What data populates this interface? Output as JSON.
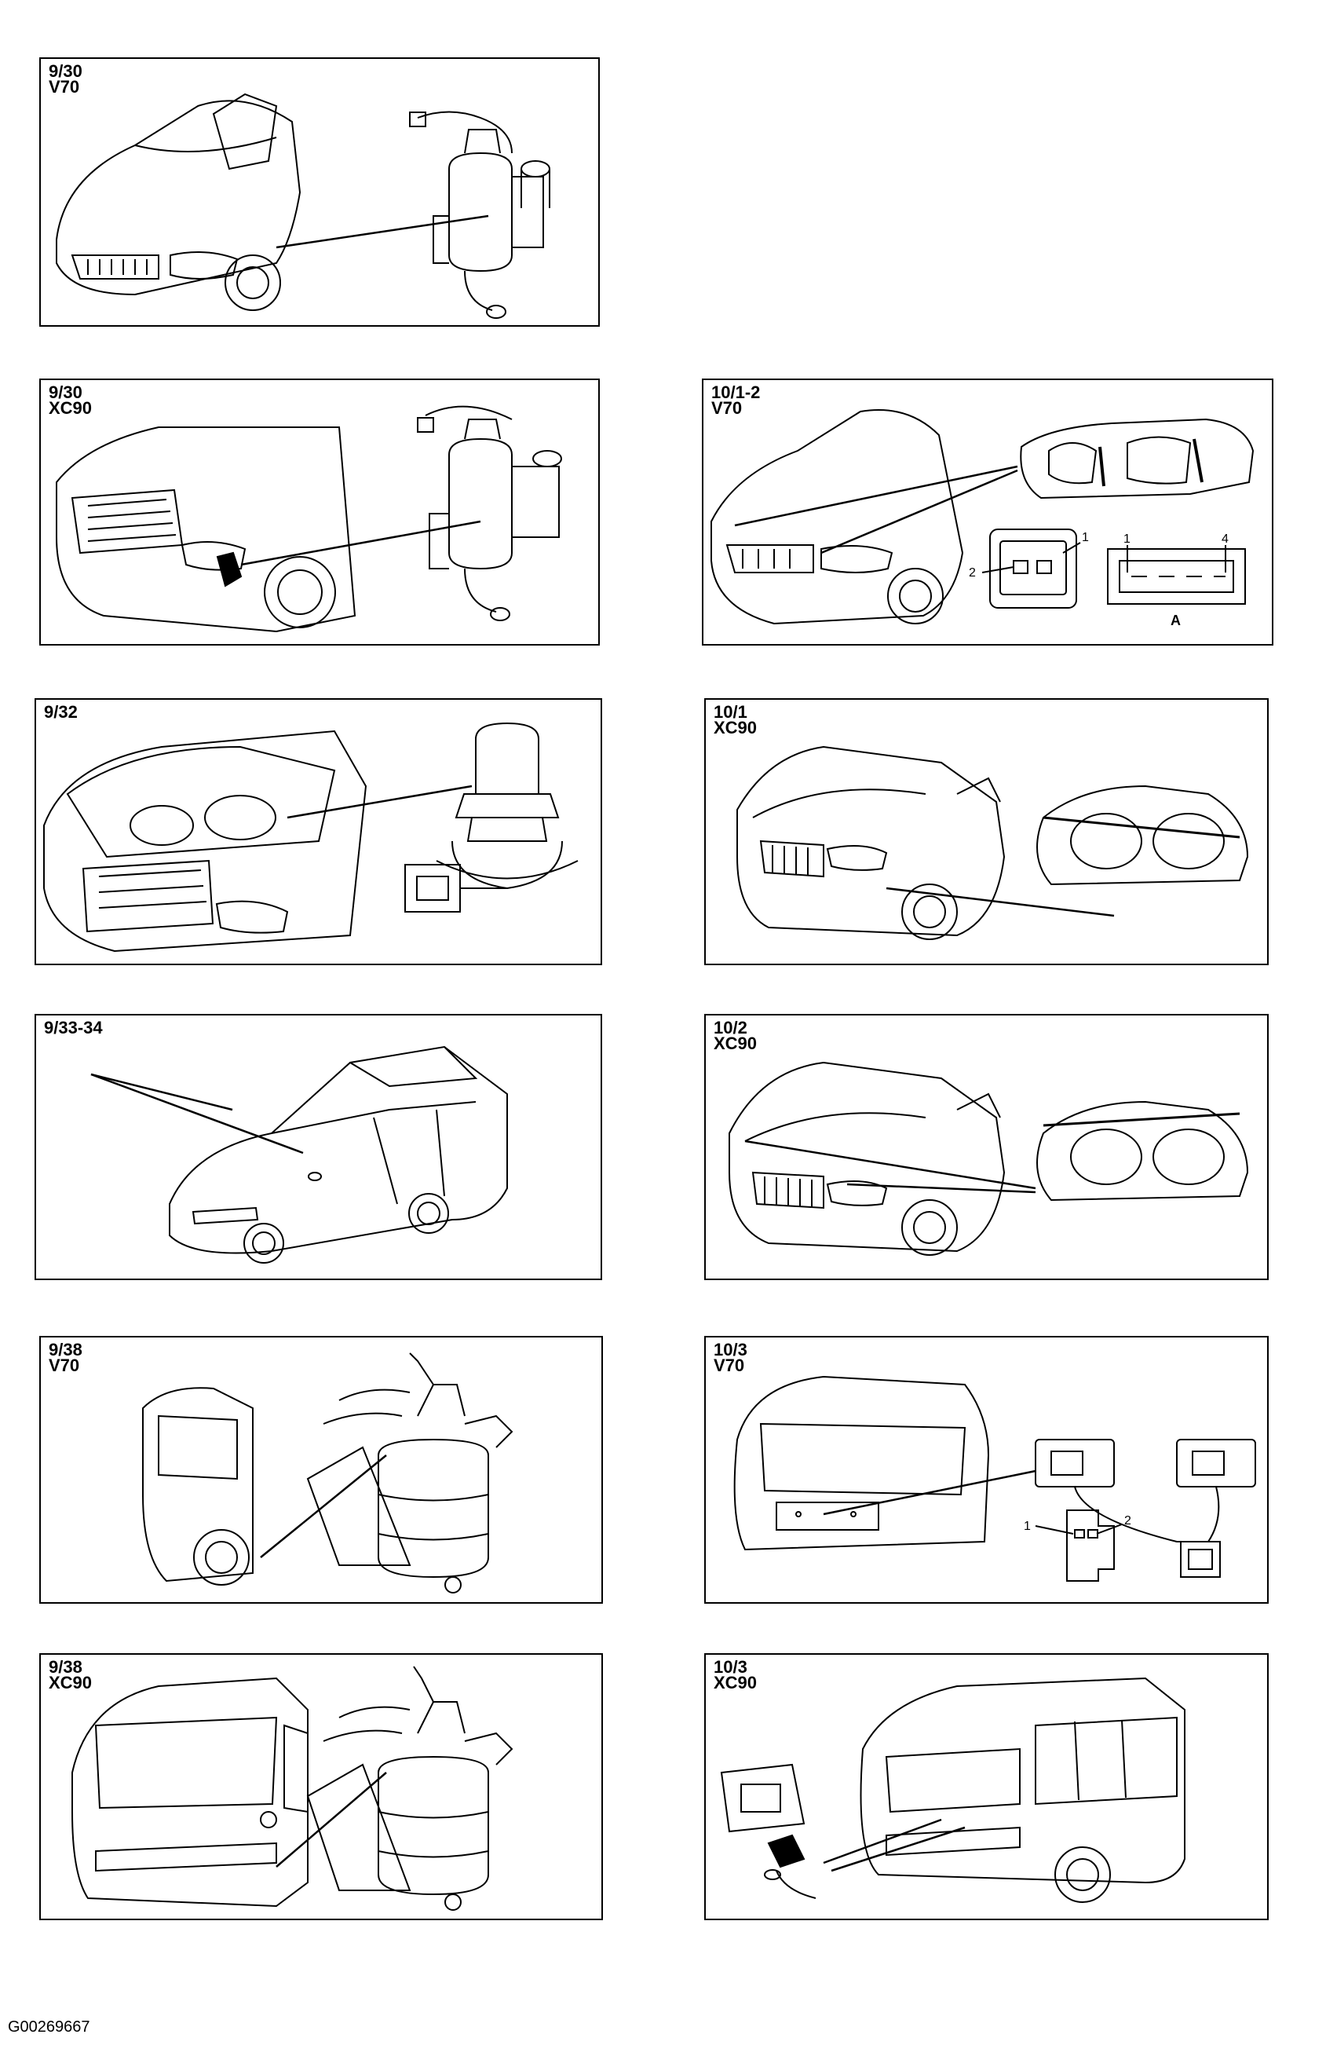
{
  "panels": {
    "p1": {
      "line1": "9/30",
      "line2": "V70"
    },
    "p2": {
      "line1": "9/30",
      "line2": "XC90"
    },
    "p3": {
      "line1": "10/1-2",
      "line2": "V70",
      "pin_1": "1",
      "pin_2": "2",
      "pin_a1": "1",
      "pin_a4": "4",
      "connector_a": "A"
    },
    "p4": {
      "line1": "9/32",
      "line2": ""
    },
    "p5": {
      "line1": "10/1",
      "line2": "XC90"
    },
    "p6": {
      "line1": "9/33-34",
      "line2": ""
    },
    "p7": {
      "line1": "10/2",
      "line2": "XC90"
    },
    "p8": {
      "line1": "9/38",
      "line2": "V70"
    },
    "p9": {
      "line1": "10/3",
      "line2": "V70",
      "pin_1": "1",
      "pin_2": "2"
    },
    "p10": {
      "line1": "9/38",
      "line2": "XC90"
    },
    "p11": {
      "line1": "10/3",
      "line2": "XC90"
    }
  },
  "footer": {
    "image_id": "G00269667"
  }
}
